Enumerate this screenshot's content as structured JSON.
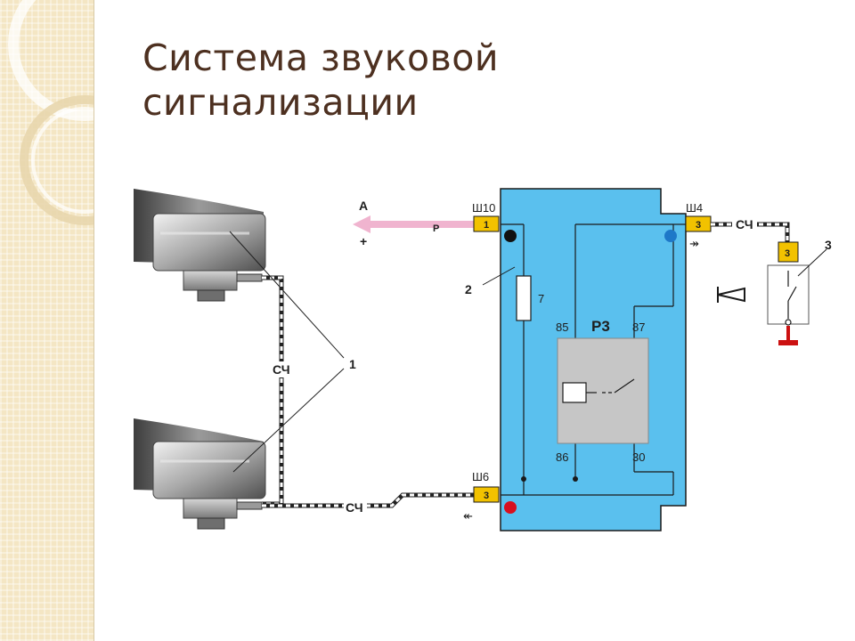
{
  "slide": {
    "title_lines": [
      "Система звуковой",
      "сигнализации"
    ]
  },
  "diagram": {
    "callouts": {
      "horns": "1",
      "relay_block": "2",
      "horn_switch": "3"
    },
    "arrow": {
      "letter": "A",
      "polarity": "+",
      "wire_color": "Р"
    },
    "connectors": {
      "top_left": {
        "name": "Ш10",
        "pin": "1"
      },
      "top_right": {
        "name": "Ш4",
        "pin": "3"
      },
      "bottom": {
        "name": "Ш6",
        "pin": "3"
      },
      "switch_pin": "3"
    },
    "wire_labels": {
      "horn_link": "СЧ",
      "bottom_run": "СЧ",
      "top_run": "СЧ"
    },
    "fuse_label": "7",
    "relay": {
      "name": "Р3",
      "t85": "85",
      "t87": "87",
      "t86": "86",
      "t30": "30"
    },
    "colors": {
      "block_fill": "#5ac0ee",
      "connector_fill": "#f2c200",
      "relay_fill": "#c6c6c6",
      "arrow_fill": "#f0b4cf",
      "ground_red": "#cc1111",
      "dot_blue": "#1e78c8",
      "dot_red": "#d80f1e",
      "dot_black": "#111111"
    }
  }
}
